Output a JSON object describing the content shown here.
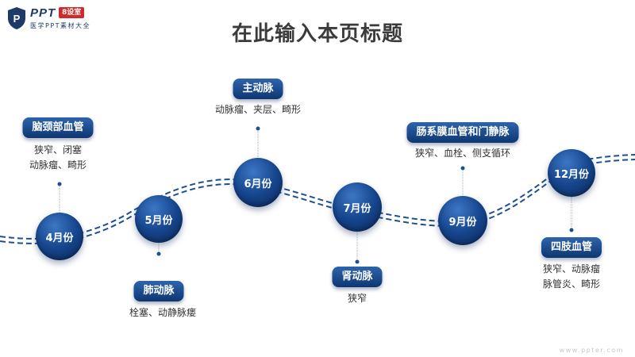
{
  "logo": {
    "brand": "PPT",
    "badge": "8设室",
    "subtitle": "医学PPT素材大全"
  },
  "title": "在此输入本页标题",
  "nodes": [
    {
      "month": "4月份",
      "label": "脑颈部血管",
      "desc": [
        "狭窄、闭塞",
        "动脉瘤、畸形"
      ]
    },
    {
      "month": "5月份",
      "label": "肺动脉",
      "desc": [
        "栓塞、动静脉瘘"
      ]
    },
    {
      "month": "6月份",
      "label": "主动脉",
      "desc": [
        "动脉瘤、夹层、畸形"
      ]
    },
    {
      "month": "7月份",
      "label": "肾动脉",
      "desc": [
        "狭窄"
      ]
    },
    {
      "month": "9月份",
      "label": "肠系膜血管和门静脉",
      "desc": [
        "狭窄、血栓、侧支循环"
      ]
    },
    {
      "month": "12月份",
      "label": "四肢血管",
      "desc": [
        "狭窄、动脉瘤",
        "脉管炎、畸形"
      ]
    }
  ],
  "watermark": "www.ppter.com",
  "colors": {
    "primary": "#17478f",
    "dark": "#0a2656",
    "line": "#1e4f91",
    "title": "#3b3b3b"
  }
}
